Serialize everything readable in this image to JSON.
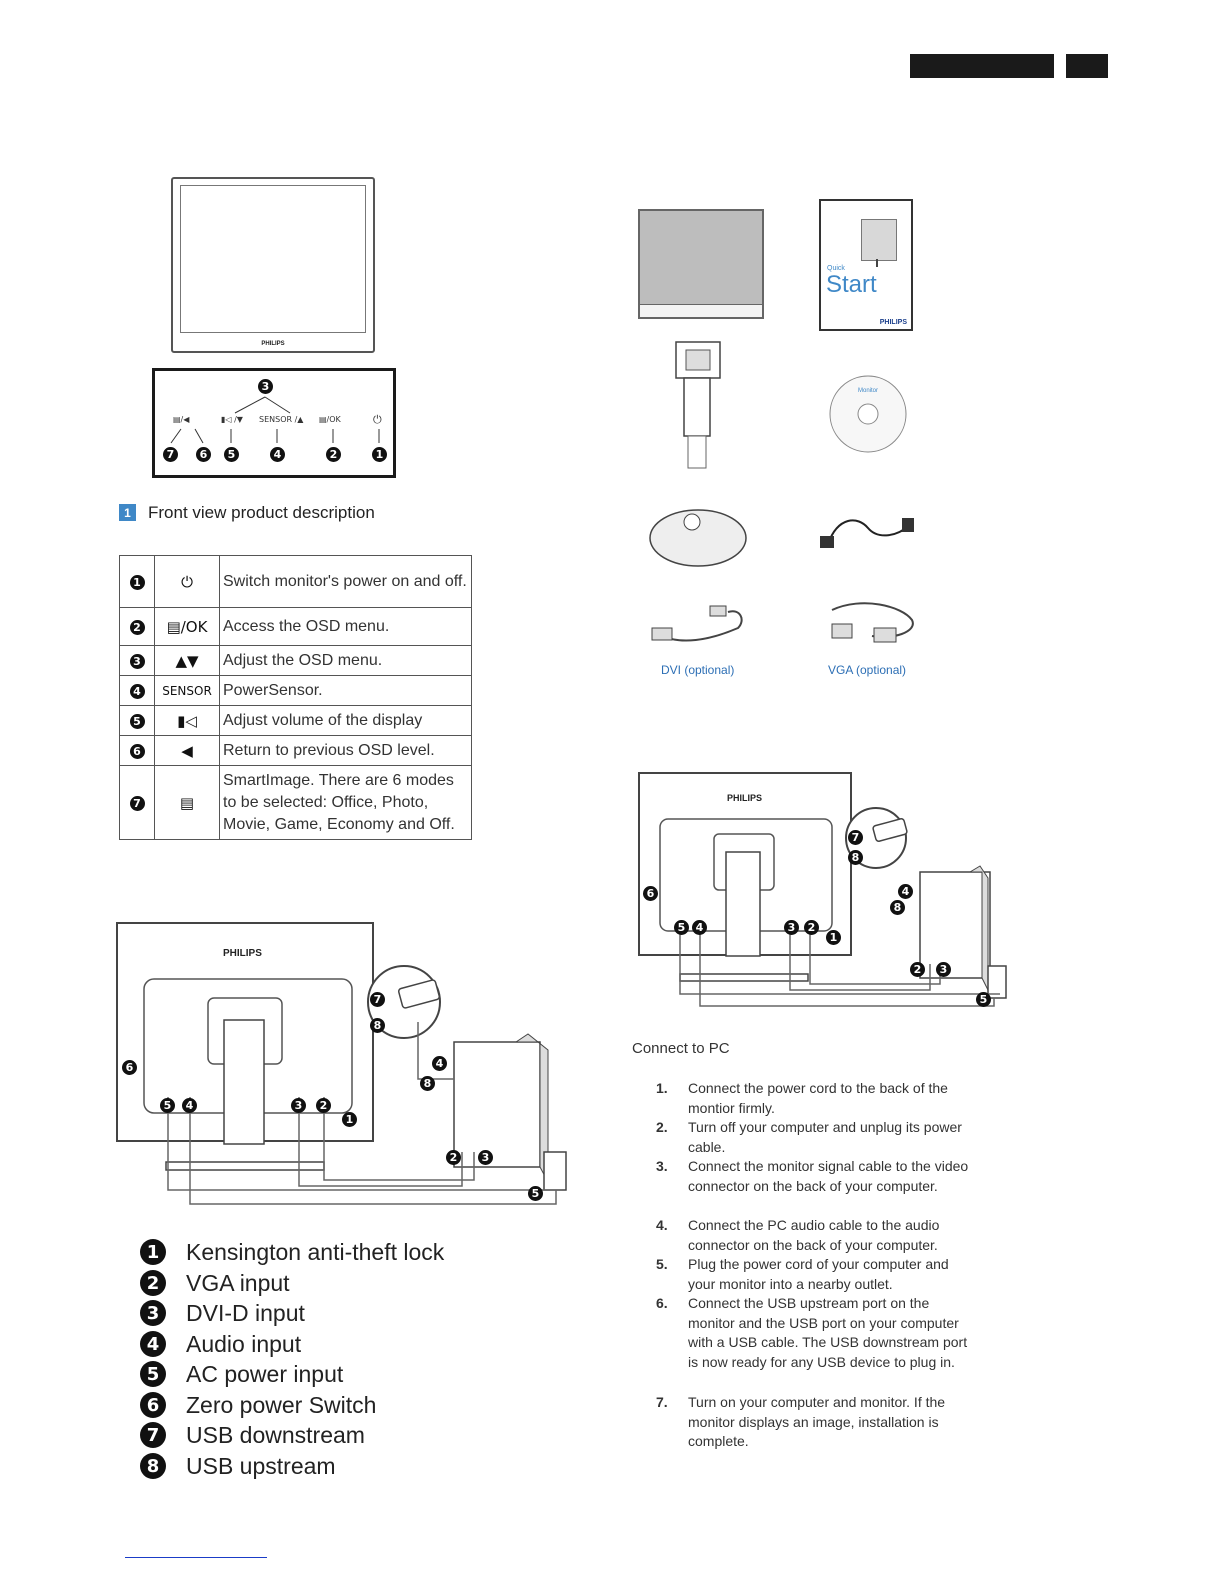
{
  "front_view": {
    "brand": "PHILIPS",
    "controls": {
      "callouts": [
        "3",
        "7",
        "6",
        "5",
        "4",
        "2",
        "1"
      ],
      "labels": [
        "▤/◀",
        "▮◁ /▼",
        "SENSOR /▲",
        "▤/OK",
        "⏻"
      ]
    },
    "section_number": "1",
    "section_title": "Front view product description",
    "table": [
      {
        "num": "1",
        "icon": "⏻",
        "text": "Switch monitor's power on and off."
      },
      {
        "num": "2",
        "icon": "▤/OK",
        "text": "Access the OSD menu."
      },
      {
        "num": "3",
        "icon": "▲▼",
        "text": "Adjust the OSD menu."
      },
      {
        "num": "4",
        "icon": "SENSOR",
        "text": "PowerSensor."
      },
      {
        "num": "5",
        "icon": "▮◁",
        "text": "Adjust volume of the display"
      },
      {
        "num": "6",
        "icon": "◀",
        "text": "Return to previous OSD level."
      },
      {
        "num": "7",
        "icon": "▤",
        "text": "SmartImage. There are 6 modes to be selected: Office, Photo, Movie, Game, Economy and Off."
      }
    ]
  },
  "rear_view": {
    "brand": "PHILIPS",
    "legend": [
      {
        "num": "1",
        "label": "Kensington anti-theft lock"
      },
      {
        "num": "2",
        "label": "VGA input"
      },
      {
        "num": "3",
        "label": "DVI-D input"
      },
      {
        "num": "4",
        "label": "Audio input"
      },
      {
        "num": "5",
        "label": "AC power input"
      },
      {
        "num": "6",
        "label": "Zero power Switch"
      },
      {
        "num": "7",
        "label": "USB downstream"
      },
      {
        "num": "8",
        "label": "USB upstream"
      }
    ]
  },
  "package": {
    "quick_start_small": "Quick",
    "quick_start_big": "Start",
    "quick_start_brand": "PHILIPS",
    "cd_label": "Monitor",
    "dvi_caption": "DVI (optional)",
    "vga_caption": "VGA (optional)"
  },
  "connect": {
    "brand": "PHILIPS",
    "title": "Connect to PC",
    "steps": [
      {
        "n": "1.",
        "text": "Connect the power cord to the back of the montior firmly."
      },
      {
        "n": "2.",
        "text": "Turn off your computer and unplug its power cable."
      },
      {
        "n": "3.",
        "text": "Connect the monitor signal cable to the video connector on the back of your computer."
      },
      {
        "n": "4.",
        "text": "Connect the PC audio cable to the audio connector on the back of your computer."
      },
      {
        "n": "5.",
        "text": "Plug the power cord of your computer and your monitor into a nearby outlet."
      },
      {
        "n": "6.",
        "text": "Connect the USB upstream port on the monitor and the USB port on your computer with a USB cable. The USB downstream port is now ready for any USB device to plug in."
      },
      {
        "n": "7.",
        "text": "Turn on your computer and monitor. If the monitor displays an image, installation is complete."
      }
    ]
  }
}
